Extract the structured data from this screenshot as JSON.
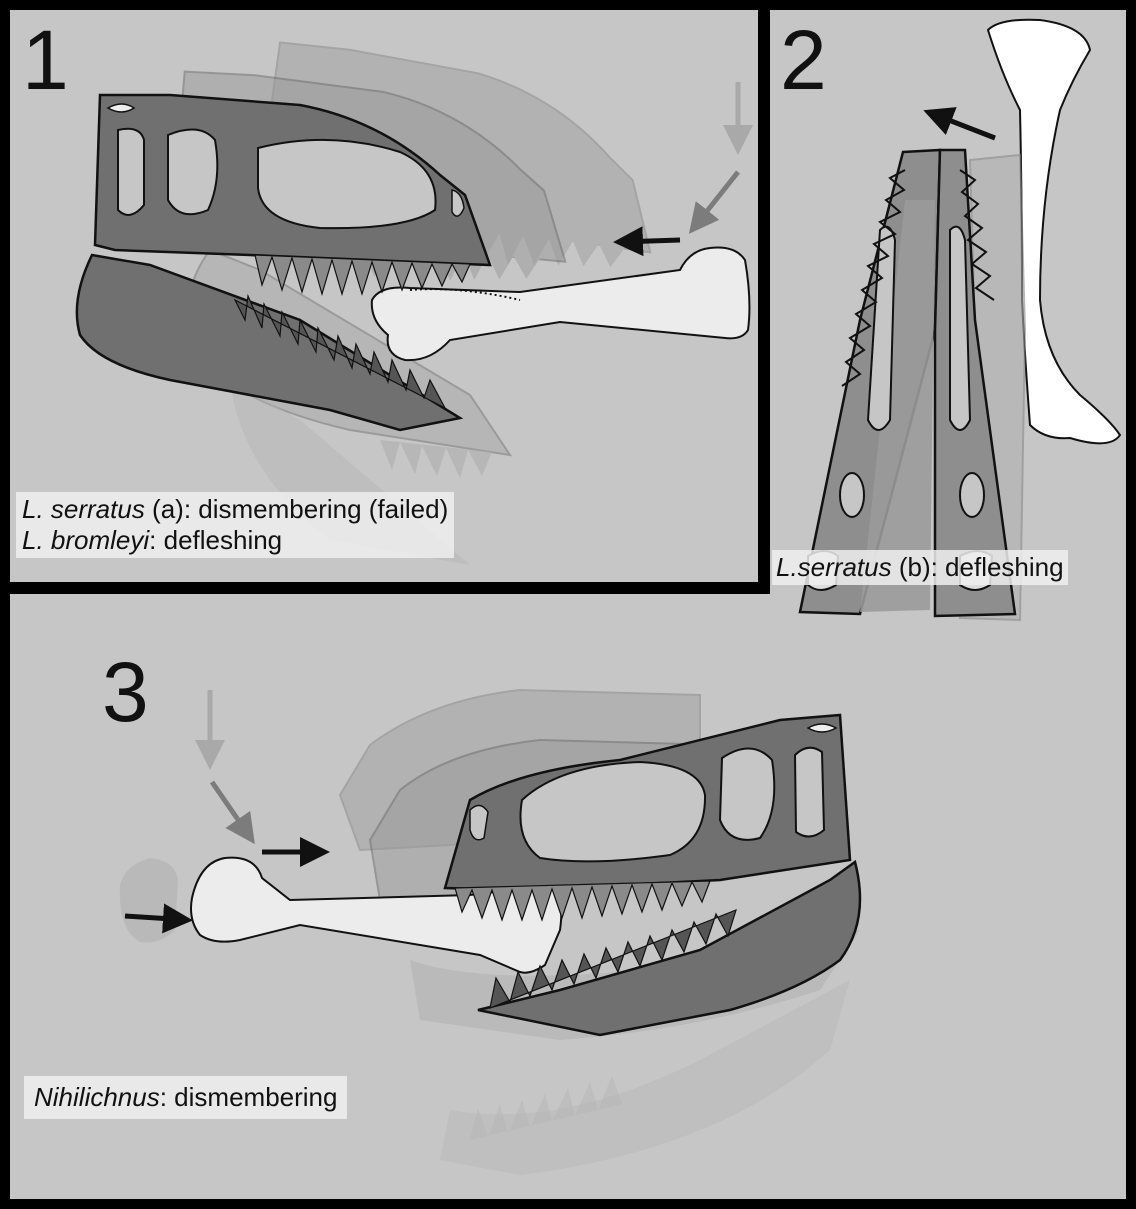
{
  "panels": [
    {
      "number": "1",
      "captions": [
        {
          "taxon": "L. serratus",
          "rest": " (a): dismembering (failed)"
        },
        {
          "taxon": "L. bromleyi",
          "rest": ": defleshing"
        }
      ]
    },
    {
      "number": "2",
      "captions": [
        {
          "taxon": "L.serratus",
          "rest": " (b): defleshing"
        }
      ]
    },
    {
      "number": "3",
      "captions": [
        {
          "taxon": "Nihilichnus",
          "rest": ": dismembering"
        }
      ]
    }
  ],
  "colors": {
    "background": "#c6c6c6",
    "border": "#000000",
    "skull_dark": "#707070",
    "skull_ghost": "#a6a6a6",
    "bone": "#ececec",
    "arrow_black": "#111111",
    "arrow_mid": "#7c7c7c",
    "arrow_light": "#a9a9a9"
  }
}
